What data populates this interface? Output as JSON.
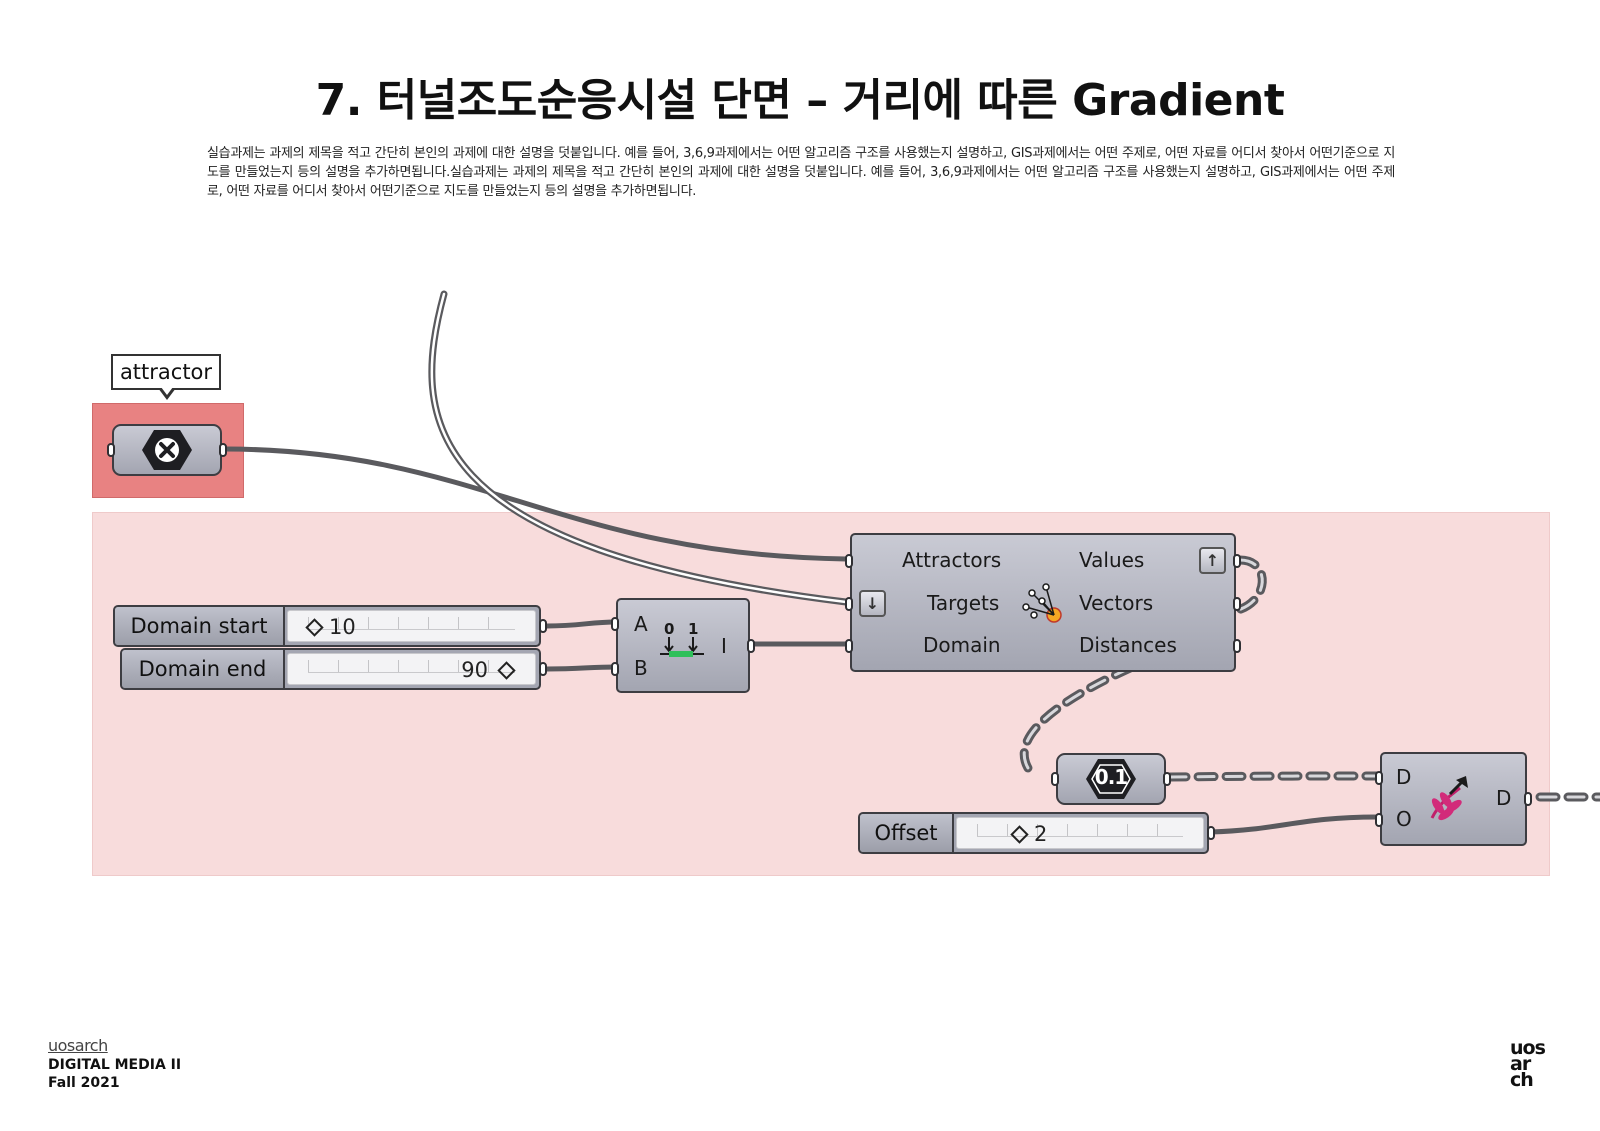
{
  "slide": {
    "title": "7. 터널조도순응시설 단면 – 거리에 따른 Gradient",
    "description": "실습과제는 과제의 제목을 적고 간단히 본인의 과제에 대한 설명을 덧붙입니다. 예를 들어, 3,6,9과제에서는 어떤 알고리즘 구조를 사용했는지 설명하고, GIS과제에서는 어떤 주제로, 어떤 자료를 어디서 찾아서 어떤기준으로 지도를 만들었는지 등의 설명을 추가하면됩니다.실습과제는 과제의 제목을 적고 간단히 본인의 과제에 대한 설명을 덧붙입니다. 예를 들어, 3,6,9과제에서는 어떤 알고리즘 구조를 사용했는지 설명하고, GIS과제에서는 어떤 주제로, 어떤 자료를 어디서 찾아서 어떤기준으로 지도를 만들었는지 등의 설명을 추가하면됩니다."
  },
  "canvas": {
    "attractor_tooltip": "attractor",
    "colors": {
      "group_fill": "#f8dcdc",
      "attractor_group_fill": "#e88282",
      "component_fill": "#b4b6c0",
      "wire": "#5a5a5e"
    },
    "sliders": {
      "domain_start": {
        "label": "Domain start",
        "value": "10"
      },
      "domain_end": {
        "label": "Domain end",
        "value": "90"
      },
      "offset": {
        "label": "Offset",
        "value": "2"
      }
    },
    "construct_domain": {
      "inputs": [
        "A",
        "B"
      ],
      "output": "I",
      "icon_digits": "0 1"
    },
    "field_component": {
      "inputs": [
        "Attractors",
        "Targets",
        "Domain"
      ],
      "outputs": [
        "Values",
        "Vectors",
        "Distances"
      ]
    },
    "number_panel": {
      "value": "0.1"
    },
    "dispatch_component": {
      "inputs": [
        "D",
        "O"
      ],
      "output": "D"
    }
  },
  "footer": {
    "logo_small": "uosarch",
    "course": "DIGITAL MEDIA II",
    "term": "Fall 2021",
    "logo_big": "uos ar ch"
  }
}
